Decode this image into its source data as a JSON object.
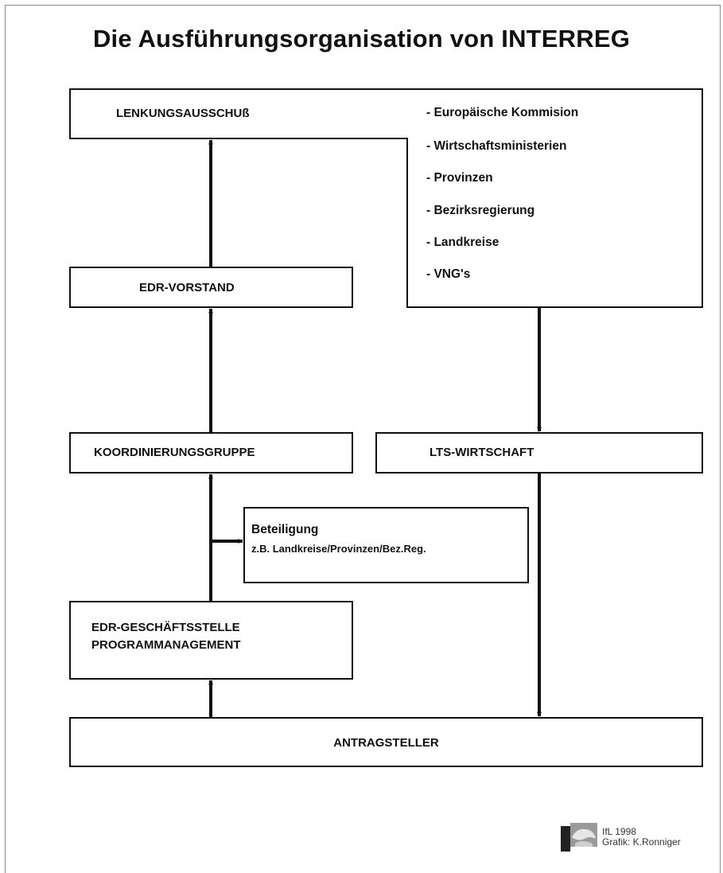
{
  "title": "Die Ausführungsorganisation von INTERREG",
  "lenkung": {
    "label": "LENKUNGSAUSSCHUß",
    "members": [
      "- Europäische Kommision",
      "- Wirtschaftsministerien",
      "- Provinzen",
      "- Bezirksregierung",
      "- Landkreise",
      "- VNG's"
    ]
  },
  "edr_vorstand": "EDR-VORSTAND",
  "koordinierung": "KOORDINIERUNGSGRUPPE",
  "lts": "LTS-WIRTSCHAFT",
  "beteiligung": {
    "line1": "Beteiligung",
    "line2": "z.B. Landkreise/Provinzen/Bez.Reg."
  },
  "geschaeftsstelle": {
    "line1": "EDR-GESCHÄFTSSTELLE",
    "line2": "PROGRAMMANAGEMENT"
  },
  "antragsteller": "ANTRAGSTELLER",
  "credit": {
    "line1": "IfL 1998",
    "line2": "Grafik: K.Ronniger"
  }
}
